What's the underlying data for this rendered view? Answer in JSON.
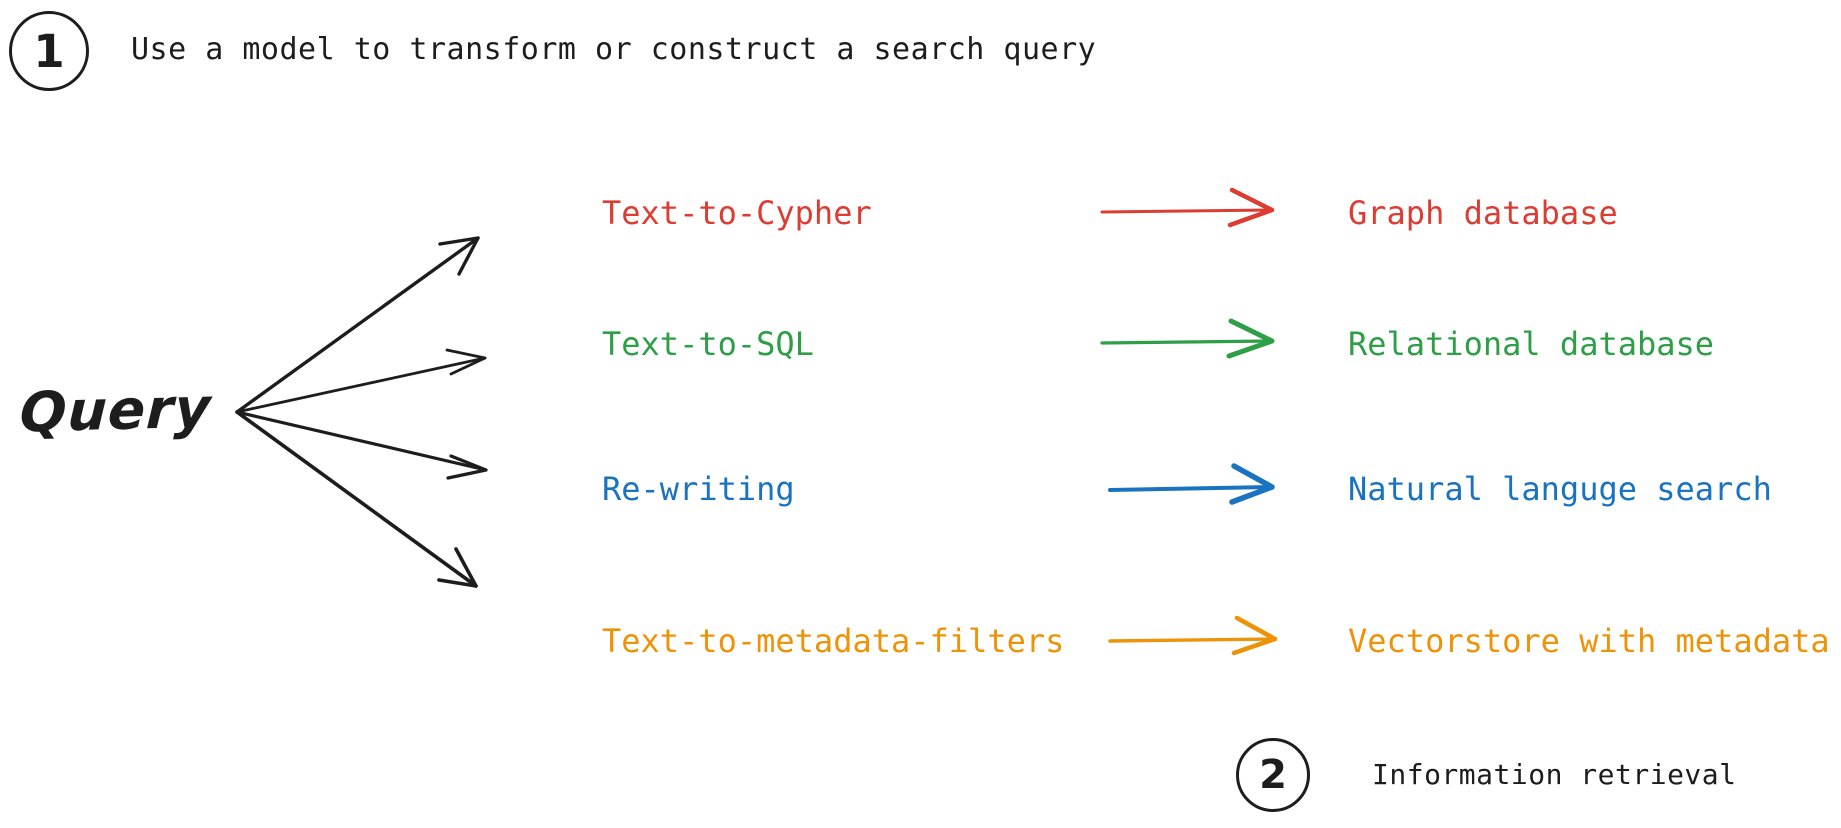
{
  "diagram": {
    "title_step_1": {
      "badge": "1",
      "caption": "Use a model to transform or construct a search query"
    },
    "title_step_2": {
      "badge": "2",
      "caption": "Information retrieval"
    },
    "source_node": {
      "label": "Query"
    },
    "branches": [
      {
        "technique": "Text-to-Cypher",
        "target": "Graph database",
        "color": "#DC3C32",
        "arrow": "right-arrow-icon"
      },
      {
        "technique": "Text-to-SQL",
        "target": "Relational database",
        "color": "#2E9E47",
        "arrow": "right-arrow-icon"
      },
      {
        "technique": "Re-writing",
        "target": "Natural languge search",
        "color": "#1A73C0",
        "arrow": "right-arrow-icon"
      },
      {
        "technique": "Text-to-metadata-filters",
        "target": "Vectorstore with metadata",
        "color": "#ED9309",
        "arrow": "right-arrow-icon"
      }
    ],
    "fan_arrows": {
      "count": 4,
      "color": "#1d1d1d",
      "icon": "fan-out-arrows-icon"
    },
    "colors": {
      "ink": "#1d1d1d",
      "background": "#ffffff",
      "red": "#DC3C32",
      "green": "#2E9E47",
      "blue": "#1A73C0",
      "orange": "#ED9309"
    }
  }
}
